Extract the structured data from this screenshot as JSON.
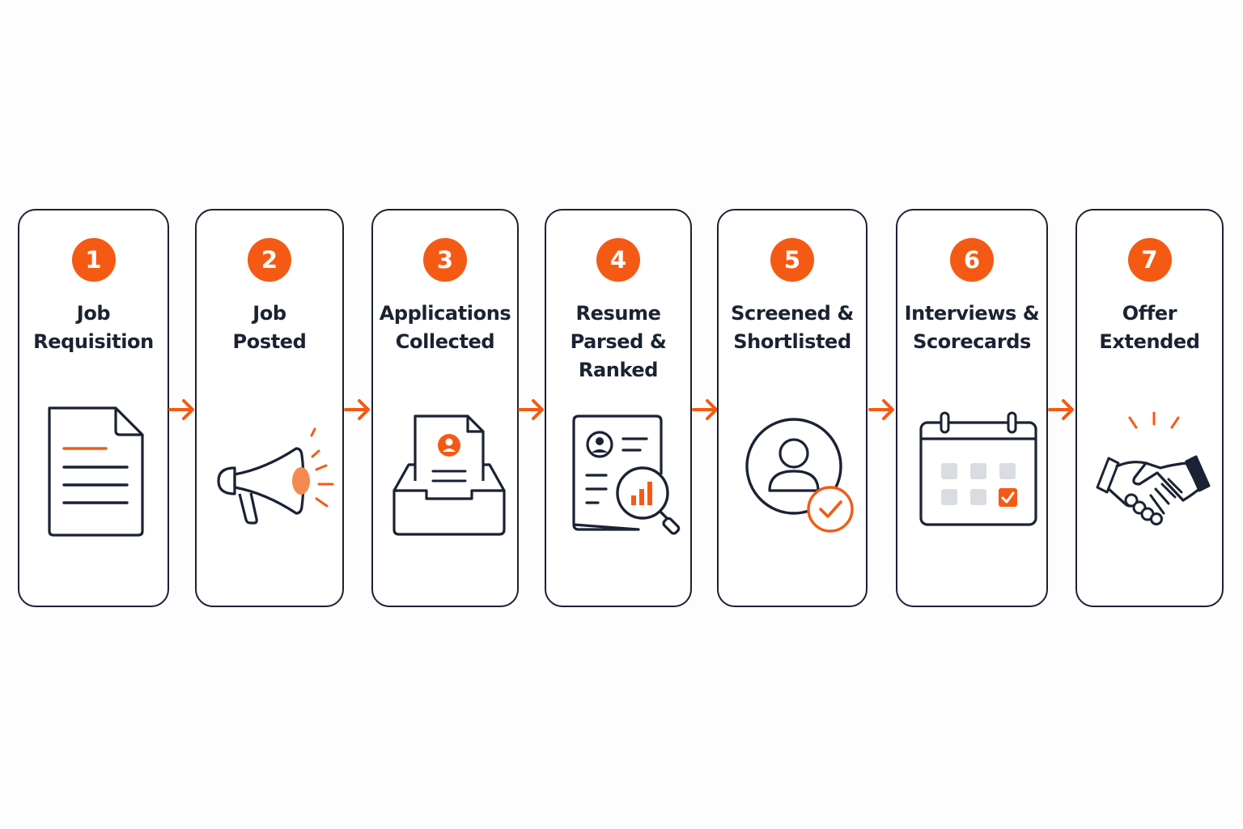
{
  "colors": {
    "accent": "#f45a14",
    "ink": "#1a2233",
    "tile": "#d9dce1"
  },
  "steps": [
    {
      "number": "1",
      "lines": [
        "Job",
        "Requisition"
      ],
      "icon": "document-icon"
    },
    {
      "number": "2",
      "lines": [
        "Job",
        "Posted"
      ],
      "icon": "megaphone-icon"
    },
    {
      "number": "3",
      "lines": [
        "Applications",
        "Collected"
      ],
      "icon": "inbox-tray-icon"
    },
    {
      "number": "4",
      "lines": [
        "Resume",
        "Parsed &",
        "Ranked"
      ],
      "icon": "resume-search-icon"
    },
    {
      "number": "5",
      "lines": [
        "Screened &",
        "Shortlisted"
      ],
      "icon": "user-check-icon"
    },
    {
      "number": "6",
      "lines": [
        "Interviews &",
        "Scorecards"
      ],
      "icon": "calendar-icon"
    },
    {
      "number": "7",
      "lines": [
        "Offer",
        "Extended"
      ],
      "icon": "handshake-icon"
    }
  ]
}
